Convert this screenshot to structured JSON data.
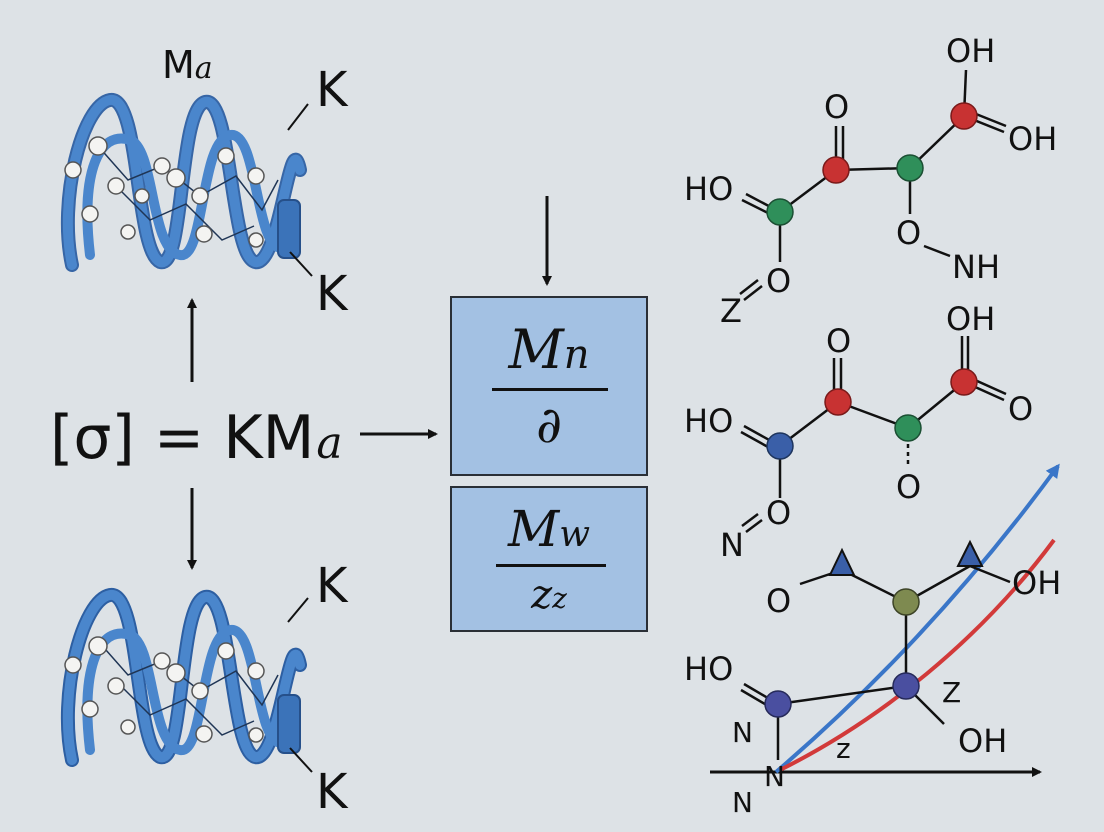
{
  "left": {
    "coil_top_label": "M",
    "coil_top_label_sub": "a",
    "k_labels": [
      "K",
      "K",
      "K",
      "K"
    ],
    "equation": {
      "main": "[σ] = KM",
      "sub": "a"
    }
  },
  "center": {
    "box1": {
      "numerator": "M",
      "numerator_sub": "n",
      "denominator": "∂"
    },
    "box2": {
      "numerator": "M",
      "numerator_sub": "w",
      "denominator": "z",
      "denominator_sub": "z"
    }
  },
  "molecules": {
    "m1": {
      "oh_top": "OH",
      "o_top": "O",
      "oh_right": "OH",
      "ho_left": "HO",
      "o_mid": "O",
      "nh": "NH",
      "z": "Z",
      "o_low": "O"
    },
    "m2": {
      "oh_top": "OH",
      "o_top": "O",
      "o_right": "O",
      "ho_left": "HO",
      "o_bottom": "O",
      "n": "N",
      "o_low": "O"
    },
    "m3": {
      "o_left": "O",
      "oh_right": "OH",
      "ho_left": "HO",
      "z_right": "Z",
      "n_mid": "N",
      "z_mid": "z",
      "oh_low": "OH",
      "n_axis": "N",
      "n_bottom": "N"
    }
  },
  "colors": {
    "background": "#dde2e6",
    "helix": "#3b73b9",
    "box_fill": "#a3c1e3",
    "atom_red": "#c83232",
    "atom_green": "#2f8f5a",
    "atom_blue": "#3a5fa8",
    "atom_olive": "#7e8a50",
    "line_blue": "#3a76c8",
    "line_red": "#d23a3a"
  }
}
